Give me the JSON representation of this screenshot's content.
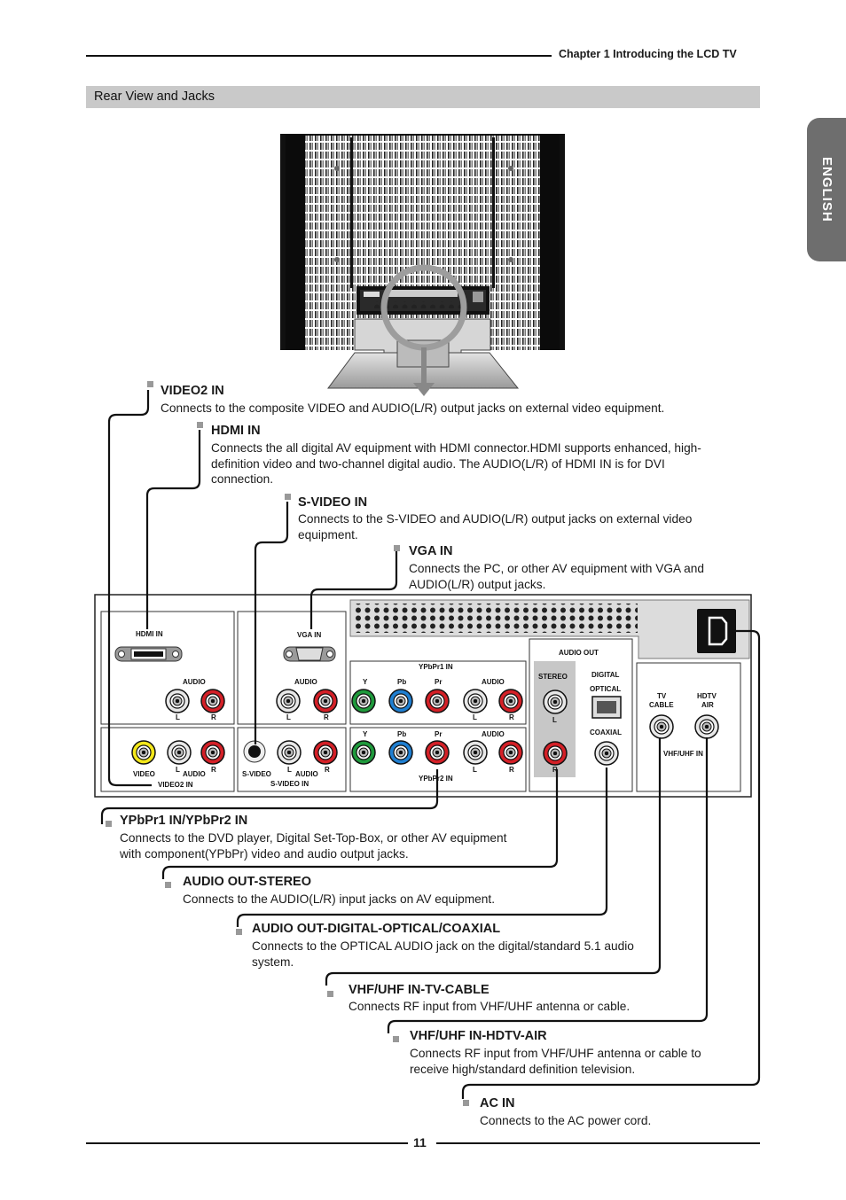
{
  "header": {
    "chapter": "Chapter 1  Introducing the LCD TV"
  },
  "section": {
    "title": "Rear View and Jacks"
  },
  "side_tab": {
    "text": "ENGLISH"
  },
  "colors": {
    "section_bar": "#c9c9c9",
    "side_tab": "#6e6e6e",
    "jack_red": "#d42027",
    "jack_green": "#1f9a3c",
    "jack_blue": "#1f7fd1",
    "jack_yellow": "#f3e71a"
  },
  "callouts": {
    "video2": {
      "title": "VIDEO2 IN",
      "desc": "Connects to the composite VIDEO and AUDIO(L/R) output jacks on external video equipment."
    },
    "hdmi": {
      "title": "HDMI IN",
      "desc": "Connects the all digital AV equipment with HDMI connector.HDMI supports enhanced, high-definition video and two-channel digital audio.  The AUDIO(L/R) of HDMI IN is for DVI connection."
    },
    "svideo": {
      "title": "S-VIDEO IN",
      "desc": "Connects to the S-VIDEO and AUDIO(L/R) output jacks on external video equipment."
    },
    "vga": {
      "title": "VGA IN",
      "desc": "Connects the PC, or other AV equipment with VGA and AUDIO(L/R) output jacks."
    },
    "ypbpr": {
      "title": "YPbPr1 IN/YPbPr2 IN",
      "desc": "Connects to the DVD player, Digital Set-Top-Box, or other AV equipment with component(YPbPr) video and audio output jacks."
    },
    "audio_out_stereo": {
      "title": "AUDIO OUT-STEREO",
      "desc": "Connects to the AUDIO(L/R) input jacks on AV equipment."
    },
    "audio_out_digital": {
      "title": "AUDIO OUT-DIGITAL-OPTICAL/COAXIAL",
      "desc": "Connects to the OPTICAL AUDIO jack on the digital/standard 5.1 audio system."
    },
    "vhf_cable": {
      "title": "VHF/UHF IN-TV-CABLE",
      "desc": "Connects RF input from VHF/UHF antenna or cable."
    },
    "vhf_air": {
      "title": "VHF/UHF IN-HDTV-AIR",
      "desc": "Connects RF input from VHF/UHF antenna or cable to receive high/standard definition television."
    },
    "ac": {
      "title": "AC IN",
      "desc": "Connects to the AC power cord."
    }
  },
  "panel_labels": {
    "hdmi_in": "HDMI IN",
    "vga_in": "VGA IN",
    "audio": "AUDIO",
    "l": "L",
    "r": "R",
    "ypbpr1_in": "YPbPr1 IN",
    "ypbpr2_in": "YPbPr2 IN",
    "y": "Y",
    "pb": "Pb",
    "pr": "Pr",
    "audio_out": "AUDIO OUT",
    "stereo": "STEREO",
    "digital": "DIGITAL",
    "optical": "OPTICAL",
    "coaxial": "COAXIAL",
    "tv": "TV",
    "cable": "CABLE",
    "hdtv": "HDTV",
    "air": "AIR",
    "vhf_uhf_in": "VHF/UHF IN",
    "video": "VIDEO",
    "video2_in": "VIDEO2 IN",
    "s_video": "S-VIDEO",
    "s_video_in": "S-VIDEO IN"
  },
  "footer": {
    "page_number": "11"
  }
}
